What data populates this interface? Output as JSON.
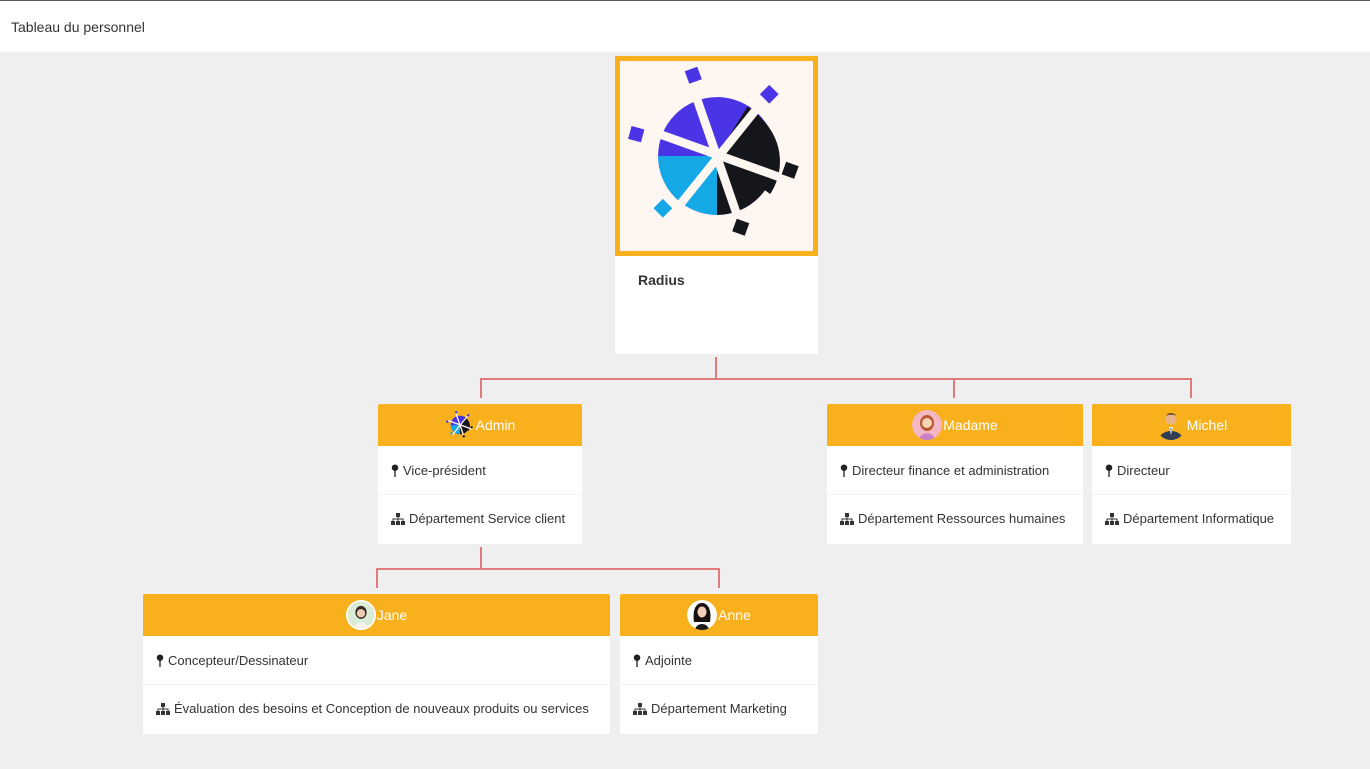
{
  "header": {
    "title": "Tableau du personnel"
  },
  "root": {
    "name": "Radius",
    "logo_icon": "radius-logo-icon"
  },
  "nodes": {
    "admin": {
      "name": "Admin",
      "role": "Vice-président",
      "department": "Département Service client",
      "avatar_icon": "radius-logo-icon"
    },
    "madame": {
      "name": "Madame",
      "role": "Directeur finance et administration",
      "department": "Département Ressources humaines",
      "avatar_icon": "woman-avatar-icon"
    },
    "michel": {
      "name": "Michel",
      "role": "Directeur",
      "department": "Département Informatique",
      "avatar_icon": "man-suit-avatar-icon"
    },
    "jane": {
      "name": "Jane",
      "role": "Concepteur/Dessinateur",
      "department": "Évaluation des besoins et Conception de nouveaux produits ou services",
      "avatar_icon": "woman-avatar-icon"
    },
    "anne": {
      "name": "Anne",
      "role": "Adjointe",
      "department": "Département Marketing",
      "avatar_icon": "woman-dark-hair-avatar-icon"
    }
  },
  "icons": {
    "role": "location-pin-icon",
    "department": "org-chart-icon"
  },
  "colors": {
    "accent": "#f8b11c",
    "connector": "#e07b7b",
    "background": "#efefef",
    "logo_purple": "#4a34e6",
    "logo_blue": "#14a9e6",
    "logo_black": "#15161b"
  }
}
